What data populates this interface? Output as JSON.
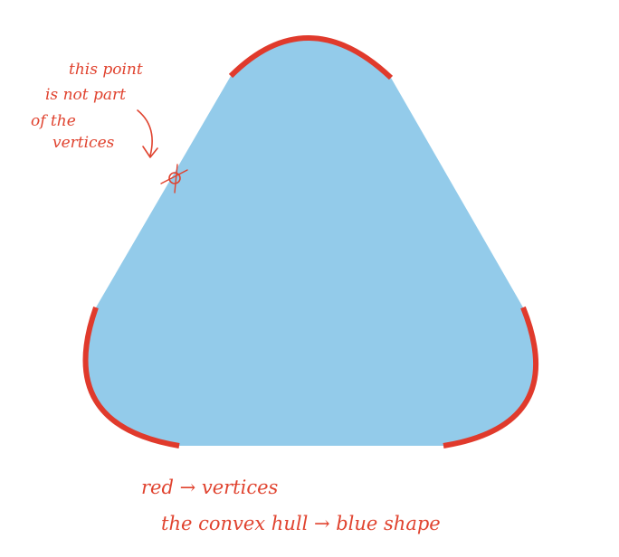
{
  "annotation": {
    "lines": [
      "this point",
      "is not part",
      "of the",
      "vertices"
    ]
  },
  "caption": {
    "line1": "red → vertices",
    "line2": "the convex hull → blue shape"
  },
  "colors": {
    "shape_fill": "#93CBEA",
    "vertex_arc": "#E03A2C",
    "ink": "#E0432F"
  }
}
